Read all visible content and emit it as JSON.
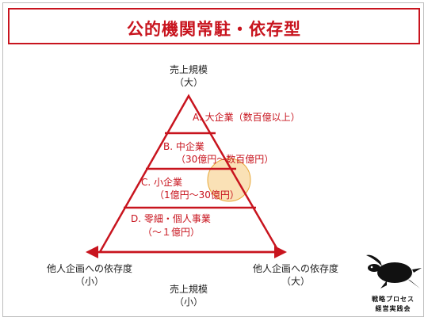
{
  "title": "公的機関常駐・依存型",
  "colors": {
    "accent": "#c8141e",
    "highlight": "#f5c97a"
  },
  "top_axis": {
    "label": "売上規模",
    "sub": "（大）"
  },
  "bottom_axis": {
    "label": "売上規模",
    "sub": "（小）"
  },
  "left_axis": {
    "label": "他人企画への依存度",
    "sub": "（小）"
  },
  "right_axis": {
    "label": "他人企画への依存度",
    "sub": "（大）"
  },
  "tiers": [
    {
      "label": "A. 大企業（数百億以上）",
      "sub": ""
    },
    {
      "label": "B. 中企業",
      "sub": "（30億円～数百億円）"
    },
    {
      "label": "C. 小企業",
      "sub": "（1億円～30億円）"
    },
    {
      "label": "D. 零細・個人事業",
      "sub": "（～１億円）"
    }
  ],
  "logo": {
    "icon": "turtle-icon",
    "line1": "戦略プロセス",
    "line2": "経営実践会"
  }
}
